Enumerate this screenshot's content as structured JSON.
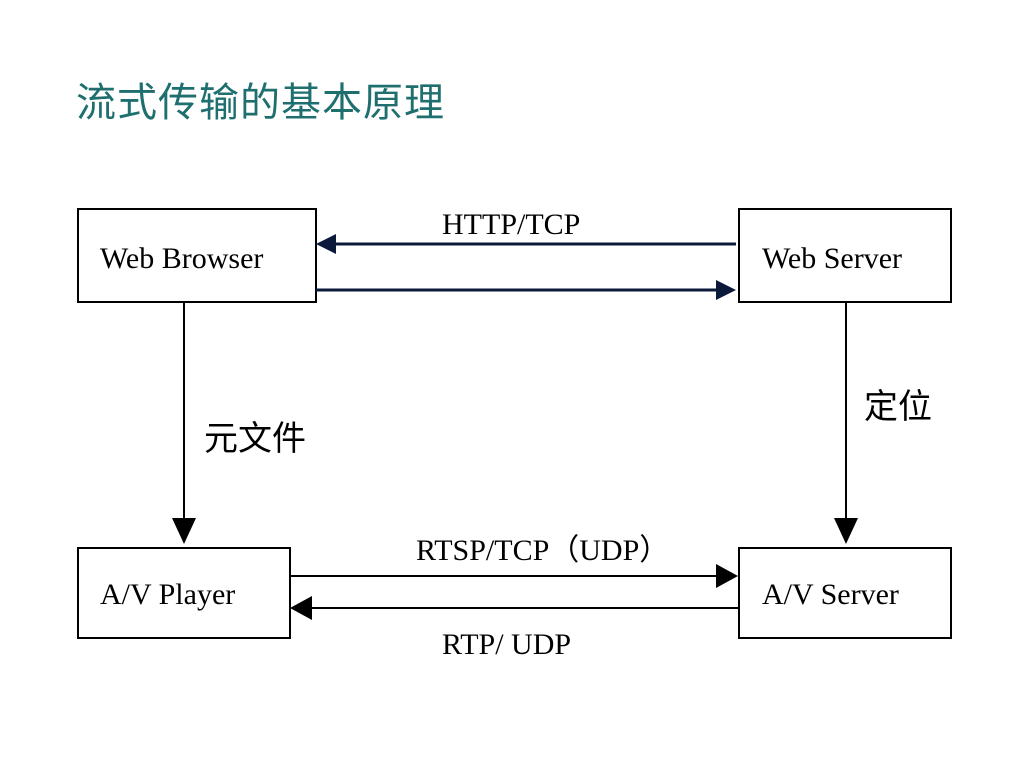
{
  "title": "流式传输的基本原理",
  "nodes": {
    "web_browser": "Web Browser",
    "web_server": "Web Server",
    "av_player": "A/V Player",
    "av_server": "A/V Server"
  },
  "edges": {
    "http_tcp": "HTTP/TCP",
    "meta_file": "元文件",
    "locate": "定位",
    "rtsp": "RTSP/TCP（UDP）",
    "rtp": "RTP/ UDP"
  }
}
